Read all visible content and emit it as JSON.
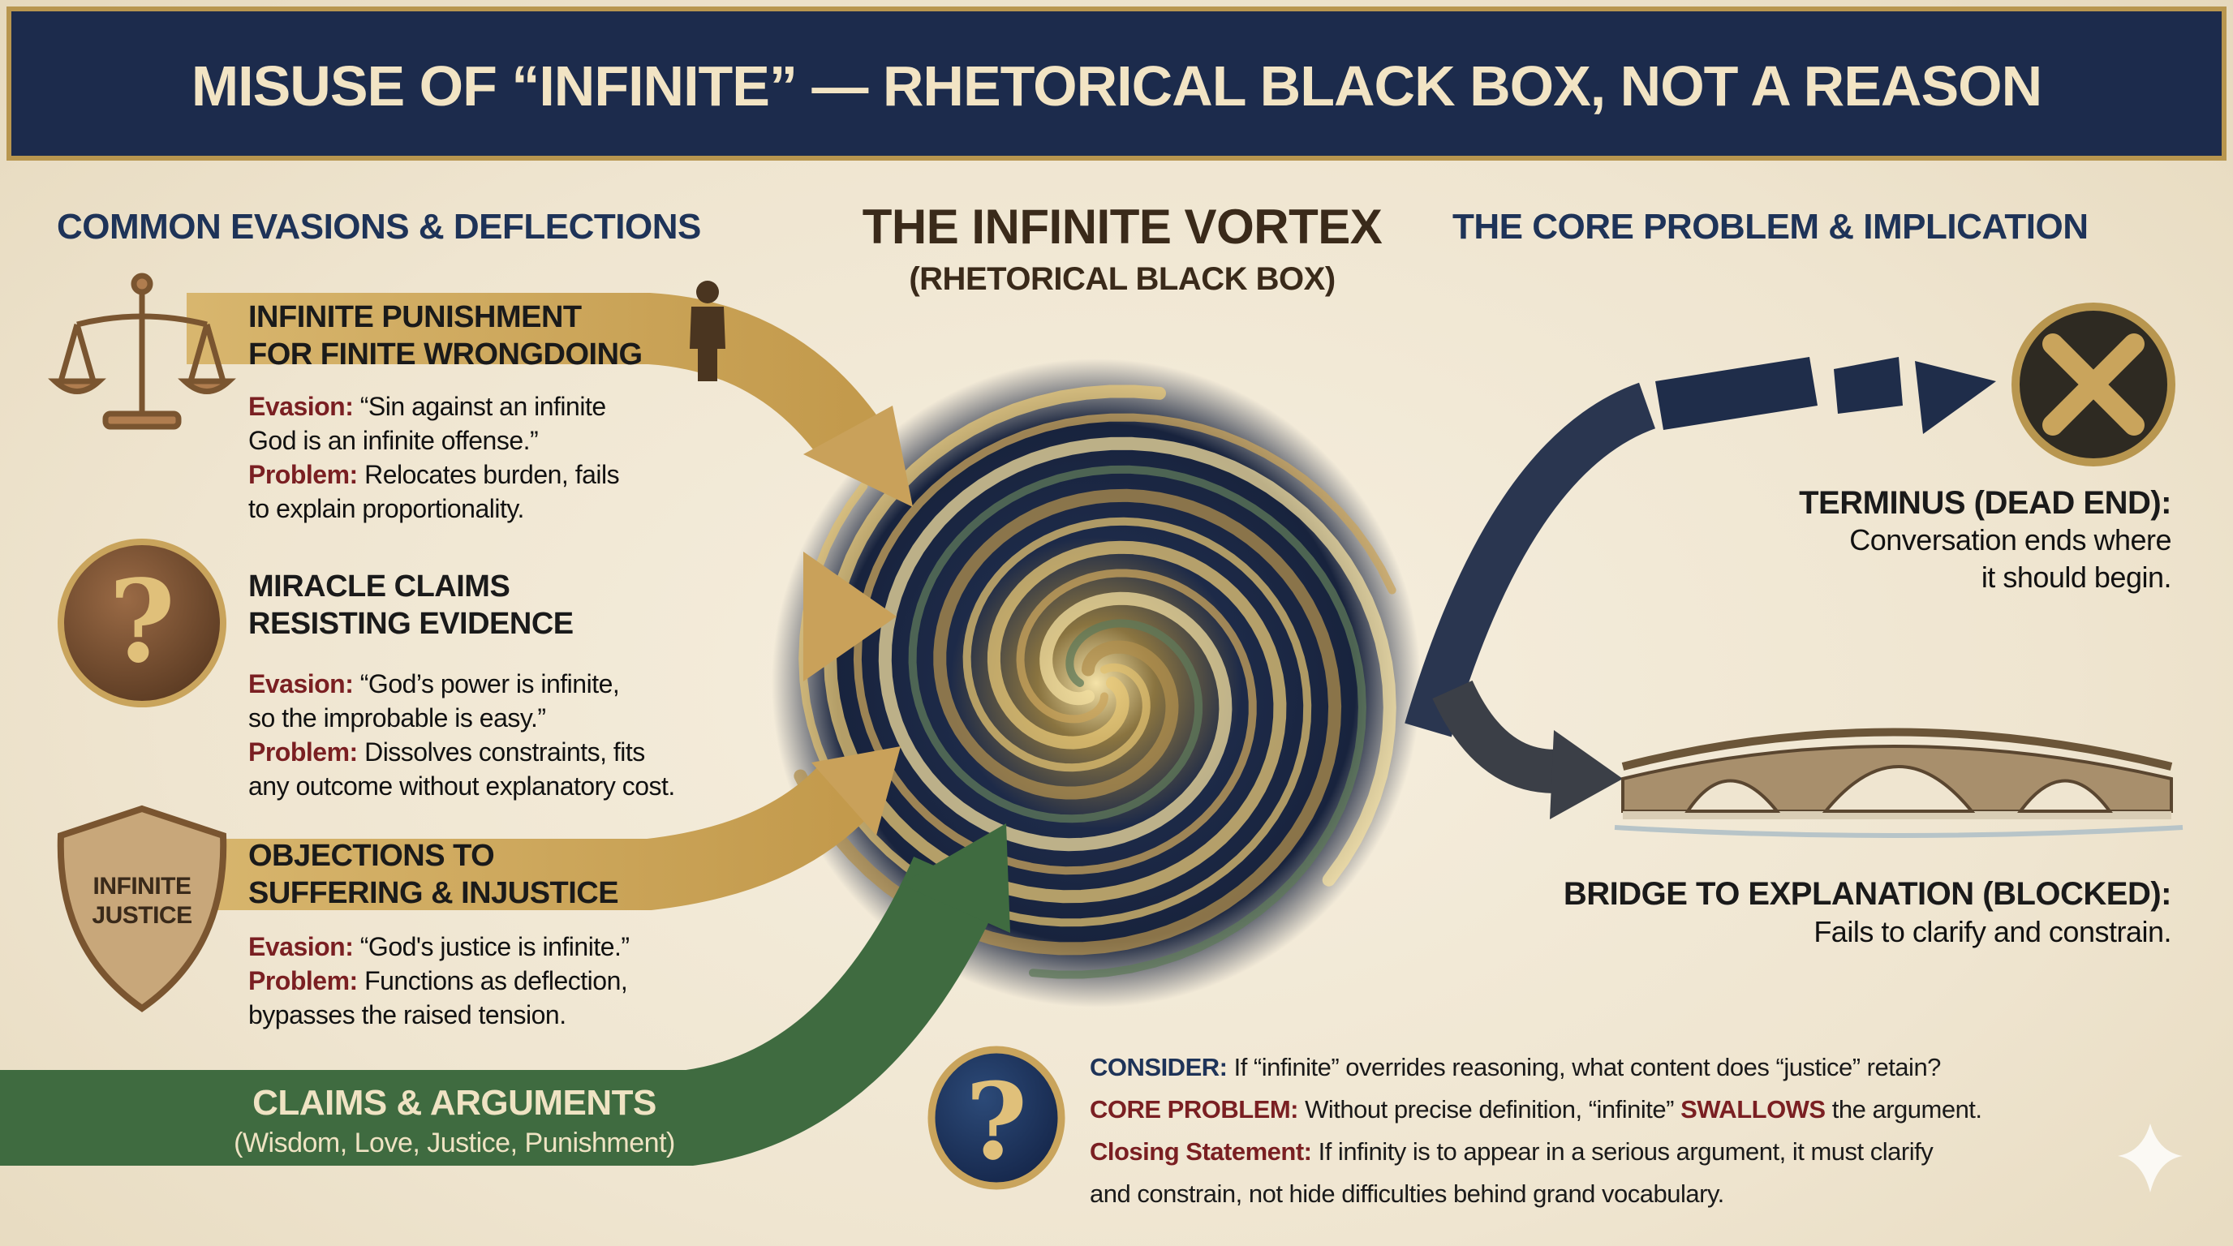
{
  "header": {
    "title": "MISUSE OF “INFINITE” — RHETORICAL BLACK BOX, NOT A REASON"
  },
  "left": {
    "heading": "COMMON EVASIONS & DEFLECTIONS",
    "items": [
      {
        "icon": "scales-icon",
        "title_line1": "INFINITE PUNISHMENT",
        "title_line2": "FOR FINITE WRONGDOING",
        "evasion_label": "Evasion:",
        "evasion_line1": "“Sin against an infinite",
        "evasion_line2": "God is an infinite offense.”",
        "problem_label": "Problem:",
        "problem_line1": "Relocates burden, fails",
        "problem_line2": "to explain proportionality."
      },
      {
        "icon": "question-mark-icon",
        "title_line1": "MIRACLE CLAIMS",
        "title_line2": "RESISTING EVIDENCE",
        "evasion_label": "Evasion:",
        "evasion_line1": "“God’s power is infinite,",
        "evasion_line2": "so the improbable is easy.”",
        "problem_label": "Problem:",
        "problem_line1": "Dissolves constraints, fits",
        "problem_line2": "any outcome without explanatory cost."
      },
      {
        "icon": "shield-icon",
        "shield_line1": "INFINITE",
        "shield_line2": "JUSTICE",
        "title_line1": "OBJECTIONS TO",
        "title_line2": "SUFFERING & INJUSTICE",
        "evasion_label": "Evasion:",
        "evasion_line1": "“God's justice is infinite.”",
        "problem_label": "Problem:",
        "problem_line1": "Functions as deflection,",
        "problem_line2": "bypasses the raised tension."
      }
    ],
    "claims": {
      "title": "CLAIMS & ARGUMENTS",
      "subtitle": "(Wisdom, Love, Justice, Punishment)"
    }
  },
  "center": {
    "heading": "THE INFINITE VORTEX",
    "subheading": "(RHETORICAL BLACK BOX)"
  },
  "right": {
    "heading": "THE CORE PROBLEM & IMPLICATION",
    "terminus": {
      "title": "TERMINUS (DEAD END):",
      "line1": "Conversation ends where",
      "line2": "it should begin."
    },
    "bridge": {
      "title": "BRIDGE TO EXPLANATION (BLOCKED):",
      "line1": "Fails to clarify and constrain."
    }
  },
  "bottom": {
    "consider_label": "CONSIDER:",
    "consider_text": "If “infinite” overrides reasoning, what content does “justice” retain?",
    "core_label": "CORE PROBLEM:",
    "core_text_a": "Without precise definition, “infinite”",
    "core_emph": "SWALLOWS",
    "core_text_b": "the argument.",
    "closing_label": "Closing Statement:",
    "closing_line1": "If infinity is to appear in a serious argument, it must clarify",
    "closing_line2": "and constrain, not hide difficulties behind grand vocabulary."
  },
  "colors": {
    "navy": "#1c2b4c",
    "gold": "#c9a45c",
    "green": "#3f6b40",
    "red": "#7a1f22"
  }
}
